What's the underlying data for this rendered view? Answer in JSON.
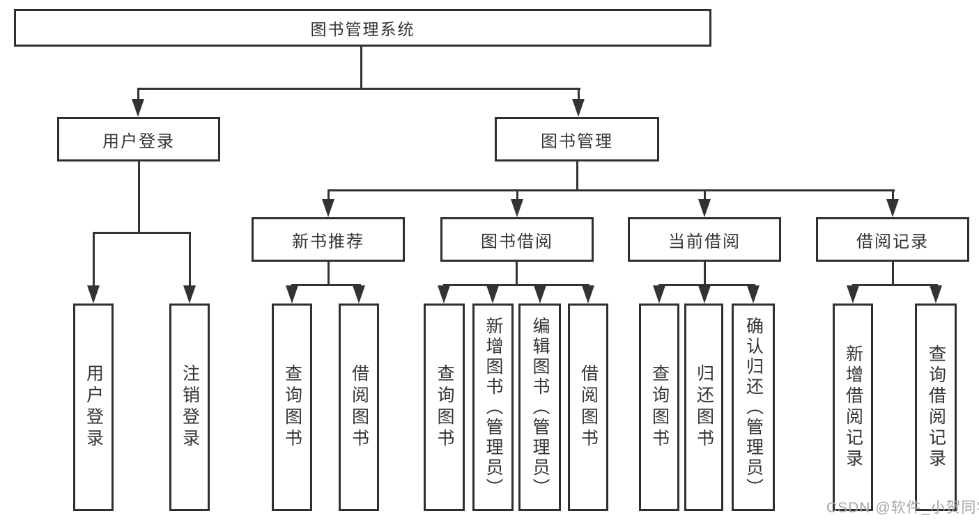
{
  "colors": {
    "line": "#333333",
    "border": "#2f2f2f",
    "text": "#333333",
    "watermark": "#a6a6a6",
    "background": "#ffffff"
  },
  "root": {
    "label": "图书管理系统"
  },
  "level2": {
    "user_login": {
      "label": "用户登录"
    },
    "book_mgmt": {
      "label": "图书管理"
    }
  },
  "level3": {
    "new_books": {
      "label": "新书推荐"
    },
    "borrowing": {
      "label": "图书借阅"
    },
    "current": {
      "label": "当前借阅"
    },
    "records": {
      "label": "借阅记录"
    }
  },
  "leaves": {
    "user_login_1": {
      "label": "用户登录"
    },
    "user_login_2": {
      "label": "注销登录"
    },
    "new_books_1": {
      "label": "查询图书"
    },
    "new_books_2": {
      "label": "借阅图书"
    },
    "borrowing_1": {
      "label": "查询图书"
    },
    "borrowing_2": {
      "label": "新增图书（管理员）"
    },
    "borrowing_3": {
      "label": "编辑图书（管理员）"
    },
    "borrowing_4": {
      "label": "借阅图书"
    },
    "current_1": {
      "label": "查询图书"
    },
    "current_2": {
      "label": "归还图书"
    },
    "current_3": {
      "label": "确认归还（管理员）"
    },
    "records_1": {
      "label": "新增借阅记录"
    },
    "records_2": {
      "label": "查询借阅记录"
    }
  },
  "watermark": {
    "text": "CSDN @软件_小贺同学"
  }
}
